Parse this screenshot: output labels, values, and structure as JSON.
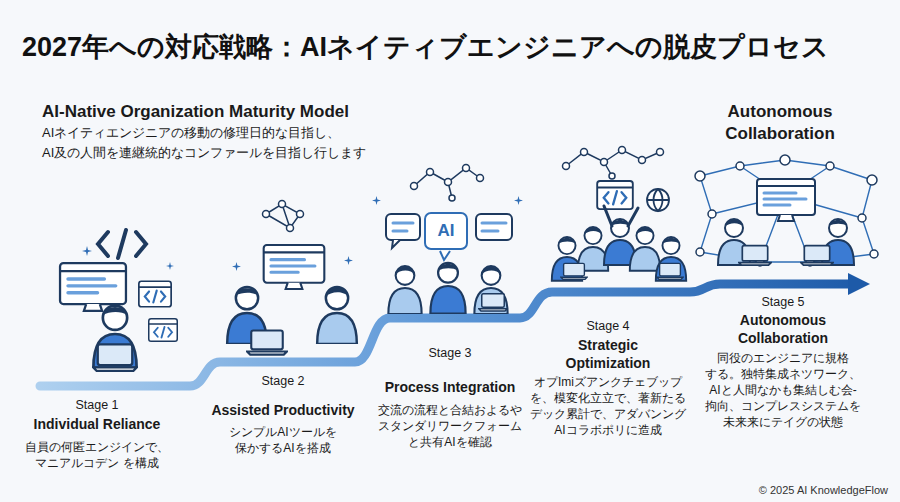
{
  "diagram": {
    "title": "2027年への対応戦略：AIネイティブエンジニアへの脱皮プロセス",
    "nodes": [
      {
        "text": [
          "AI"
        ]
      }
    ],
    "labels": [
      "AI-Native Organization Maturity Model",
      "AIネイティエンジニアの移動の修理日的な目指し、 AI及の人間を連継統的なコンファールを目指し行します",
      "Stage 1",
      "Individual Reliance",
      "自員の何匿エンジインで、 マニアルコデン を構成",
      "Stage 2",
      "Assisted Productivity",
      "シンプルAIツールを 保かするAIを搭成",
      "Stage 3",
      "Process Integration",
      "交流の流程と合結およるや スタンダリワークフォーム と共有AIを確認",
      "Stage 4",
      "Strategic Optimization",
      "オプImiズアンクチェブップ を、模変化立立で、著新たる デック累計で、アダバンング AIコラボポリに造成",
      "Autonomous Collaboration",
      "Stage 5",
      "Autonomous Collaboration",
      "同役のエンジニアに規格 する。独特集成ネツワーク、 AIと人間なかも集結しむ会- 拘向、コンプレスシステムを 未来来にテイグの状態",
      "© 2025 AI KnowledgeFlow"
    ]
  }
}
